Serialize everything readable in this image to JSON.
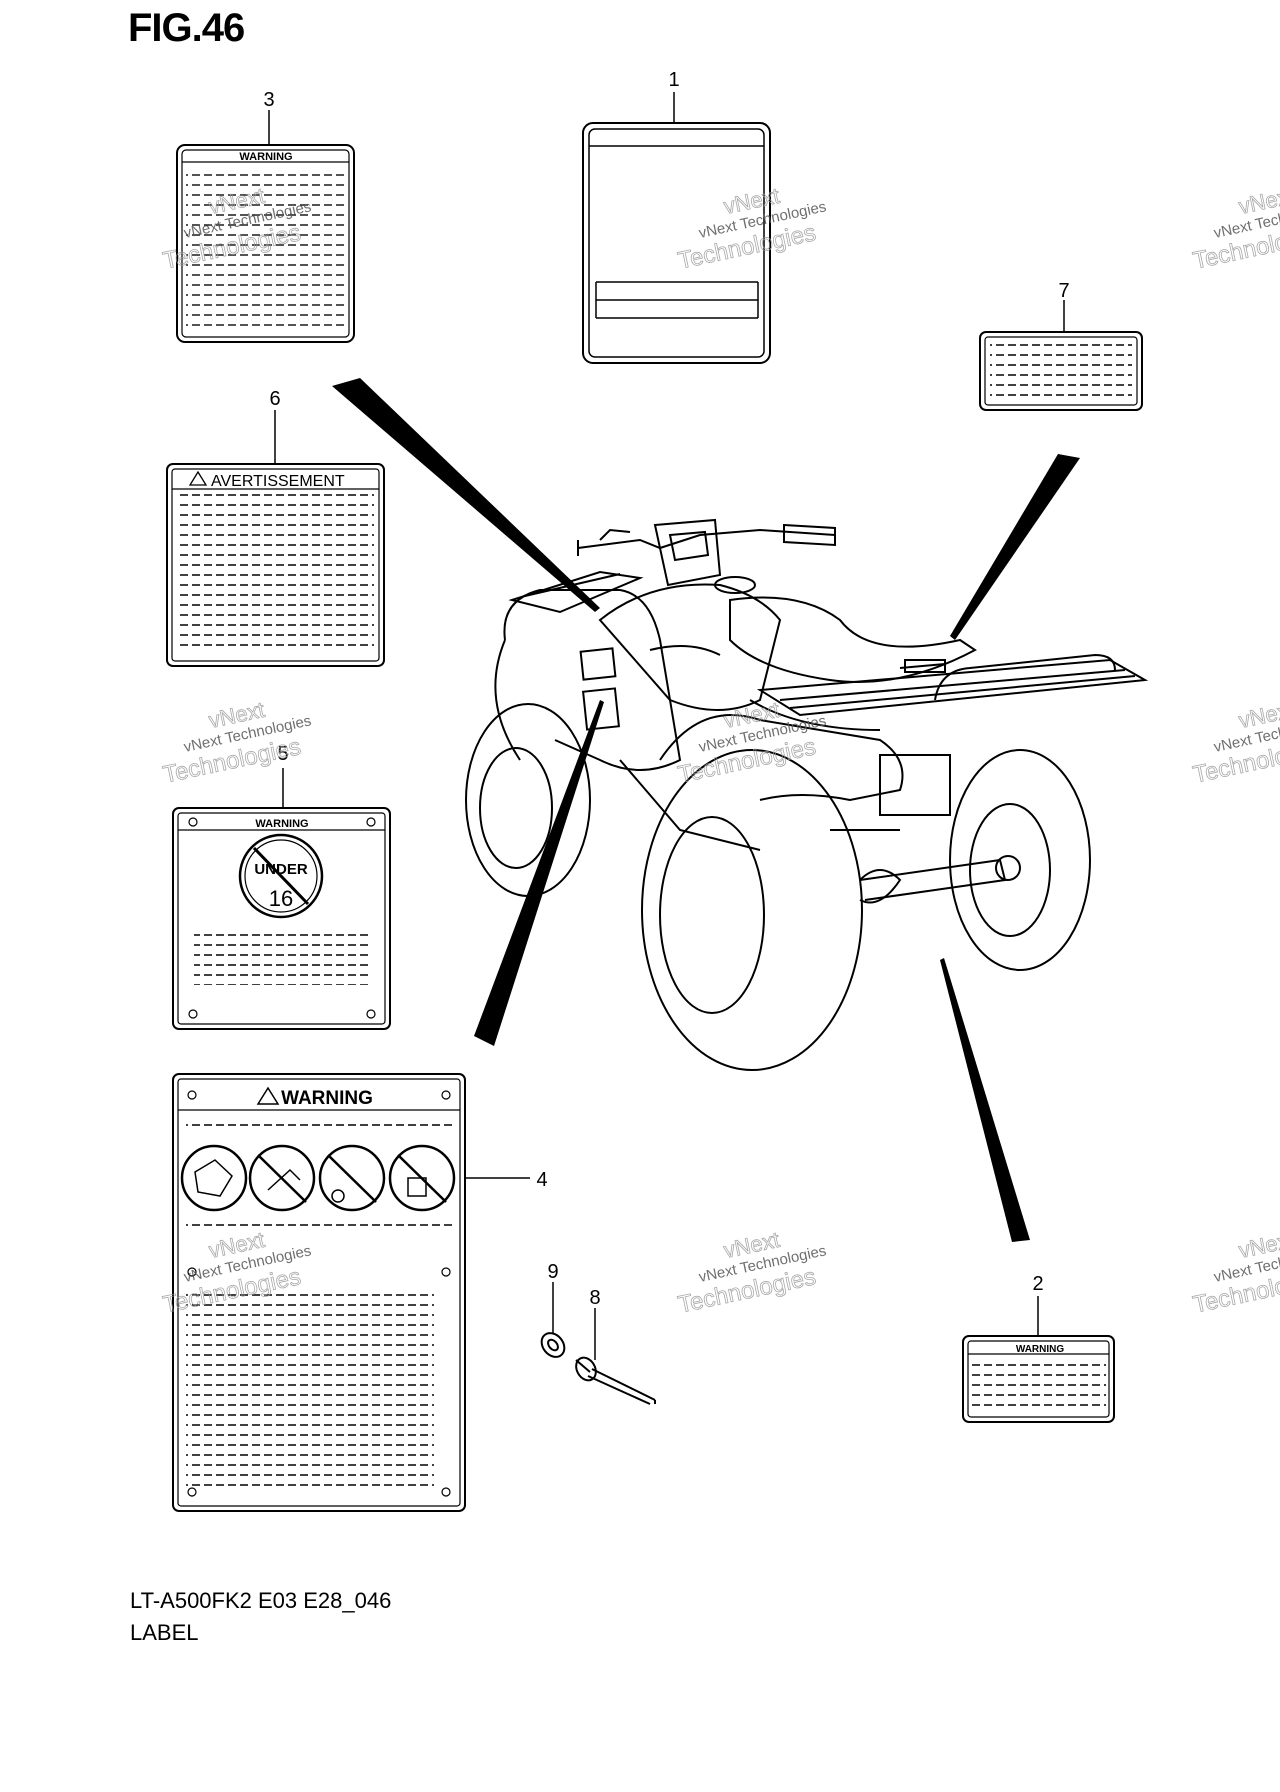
{
  "figure": {
    "title": "FIG.46",
    "model_code": "LT-A500FK2 E03 E28_046",
    "part_group": "LABEL"
  },
  "callouts": [
    "1",
    "2",
    "3",
    "4",
    "5",
    "6",
    "7",
    "8",
    "9"
  ],
  "labels": {
    "warning": "WARNING",
    "avertissement": "AVERTISSEMENT",
    "under_top": "UNDER",
    "under_age": "16"
  },
  "watermark": [
    "vNext Technologies",
    "vNext",
    "Technologies"
  ]
}
